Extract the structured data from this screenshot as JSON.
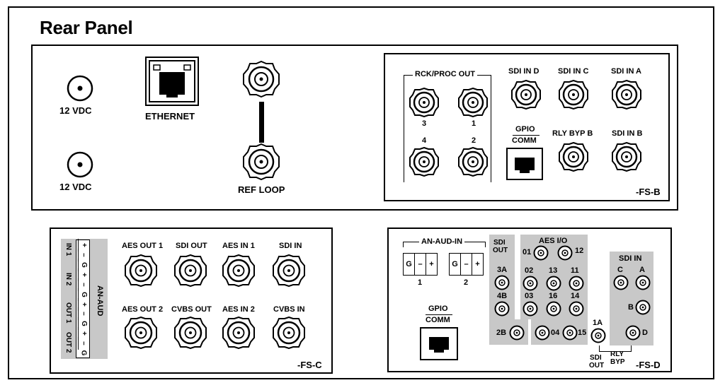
{
  "title": "Rear Panel",
  "main_panel": {
    "power_top": "12 VDC",
    "power_bottom": "12 VDC",
    "ethernet": "ETHERNET",
    "ref_loop": "REF LOOP"
  },
  "fs_b": {
    "name": "-FS-B",
    "rck_proc_out": "RCK/PROC OUT",
    "port_3": "3",
    "port_1": "1",
    "port_4": "4",
    "port_2": "2",
    "sdi_in_d": "SDI IN D",
    "sdi_in_c": "SDI IN C",
    "sdi_in_a": "SDI IN A",
    "gpio": "GPIO",
    "comm": "COMM",
    "rly_byp_b": "RLY BYP B",
    "sdi_in_b": "SDI IN B"
  },
  "fs_c": {
    "name": "-FS-C",
    "an_aud": "AN-AUD",
    "terminal_pins": [
      "+",
      "–",
      "G",
      "+",
      "–",
      "G",
      "+",
      "–",
      "G",
      "+",
      "–",
      "G"
    ],
    "group_in1": "IN 1",
    "group_in2": "IN 2",
    "group_out1": "OUT 1",
    "group_out2": "OUT 2",
    "aes_out_1": "AES OUT 1",
    "sdi_out": "SDI OUT",
    "aes_in_1": "AES IN 1",
    "sdi_in": "SDI IN",
    "aes_out_2": "AES OUT 2",
    "cvbs_out": "CVBS OUT",
    "aes_in_2": "AES IN 2",
    "cvbs_in": "CVBS IN"
  },
  "fs_d": {
    "name": "-FS-D",
    "an_aud_in": "AN-AUD-IN",
    "tb_pins": [
      "G",
      "–",
      "+"
    ],
    "tb1": "1",
    "tb2": "2",
    "gpio": "GPIO",
    "comm": "COMM",
    "sdi_out_line1": "SDI",
    "sdi_out_line2": "OUT",
    "p3a": "3A",
    "p4b": "4B",
    "p2b": "2B",
    "aes_io": "AES I/O",
    "a01": "01",
    "a12": "12",
    "a02": "02",
    "a13": "13",
    "a11": "11",
    "a03": "03",
    "a16": "16",
    "a14": "14",
    "a04": "04",
    "a15": "15",
    "p1a": "1A",
    "sdi_out_b1": "SDI",
    "sdi_out_b2": "OUT",
    "rly": "RLY",
    "byp": "BYP",
    "sdi_in": "SDI IN",
    "pc": "C",
    "pa": "A",
    "pb": "B",
    "pd": "D"
  }
}
